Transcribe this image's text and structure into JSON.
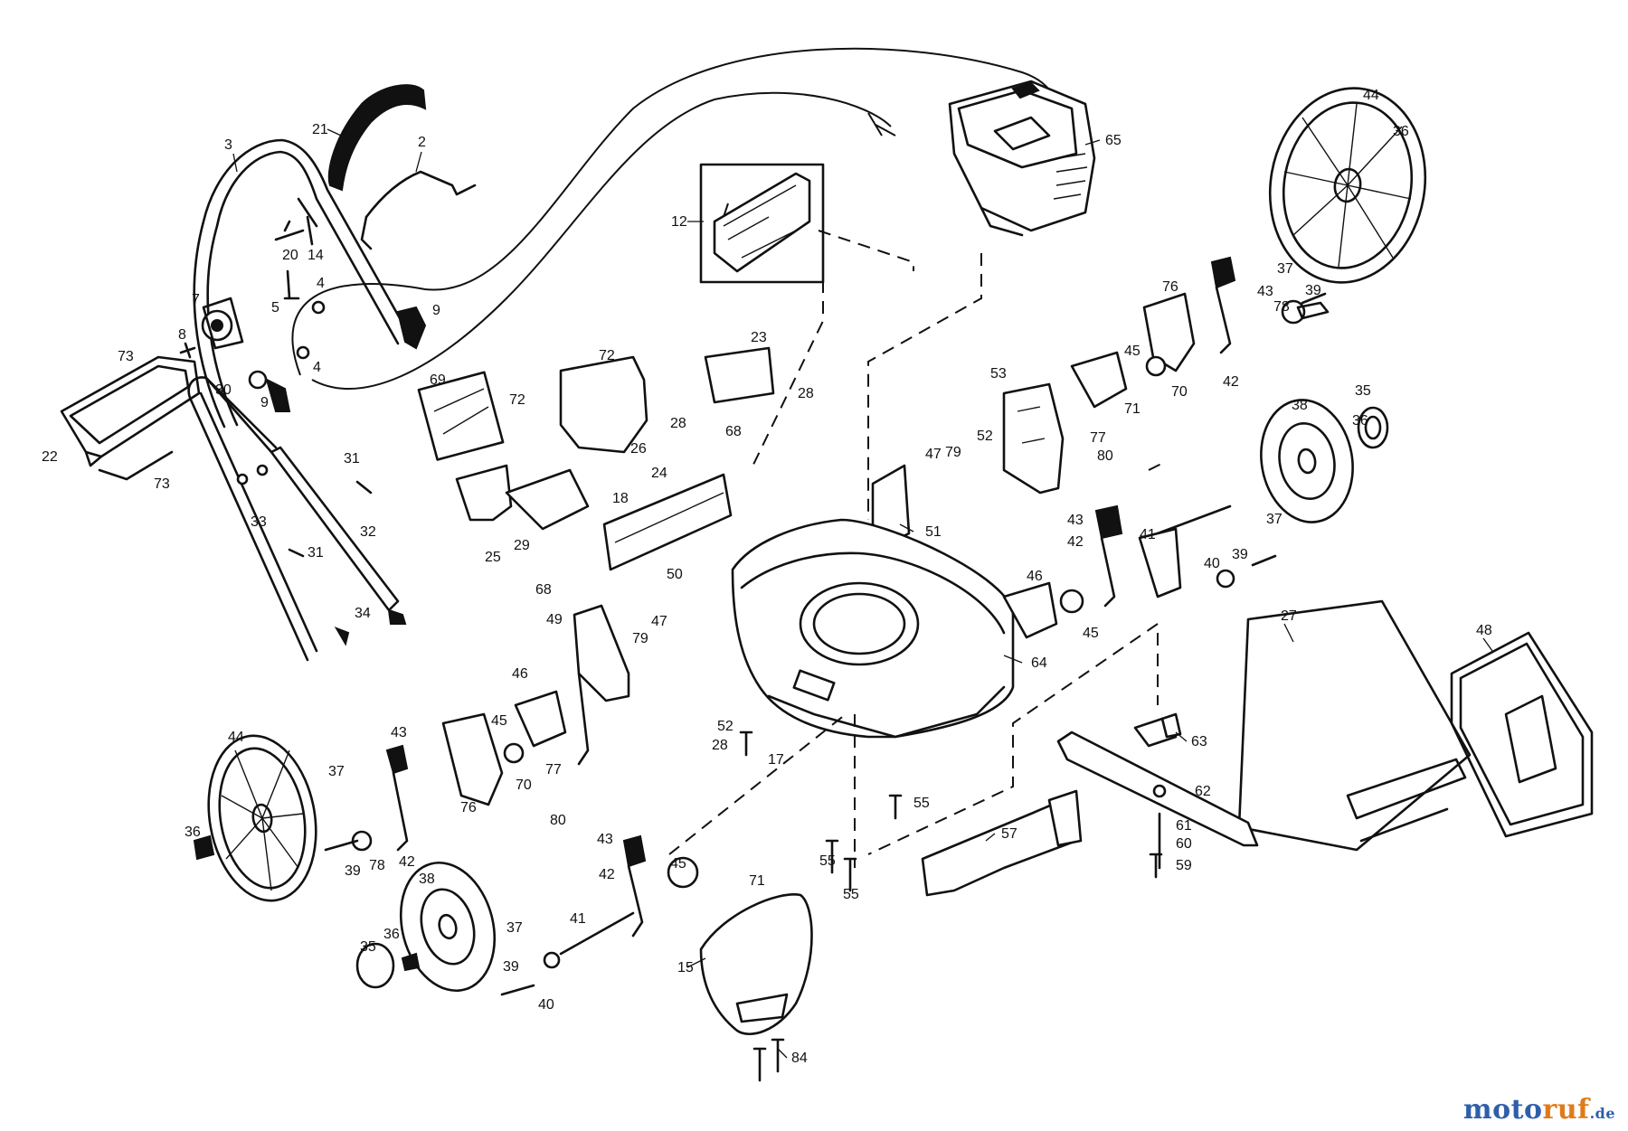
{
  "diagram": {
    "callouts": [
      {
        "id": "c21",
        "text": "21"
      },
      {
        "id": "c2",
        "text": "2"
      },
      {
        "id": "c3",
        "text": "3"
      },
      {
        "id": "c20",
        "text": "20"
      },
      {
        "id": "c14",
        "text": "14"
      },
      {
        "id": "c4a",
        "text": "4"
      },
      {
        "id": "c5",
        "text": "5"
      },
      {
        "id": "c4b",
        "text": "4"
      },
      {
        "id": "c9a",
        "text": "9"
      },
      {
        "id": "c7",
        "text": "7"
      },
      {
        "id": "c8",
        "text": "8"
      },
      {
        "id": "c73a",
        "text": "73"
      },
      {
        "id": "c30",
        "text": "30"
      },
      {
        "id": "c9b",
        "text": "9"
      },
      {
        "id": "c22",
        "text": "22"
      },
      {
        "id": "c73b",
        "text": "73"
      },
      {
        "id": "c31a",
        "text": "31"
      },
      {
        "id": "c33",
        "text": "33"
      },
      {
        "id": "c32",
        "text": "32"
      },
      {
        "id": "c31b",
        "text": "31"
      },
      {
        "id": "c34",
        "text": "34"
      },
      {
        "id": "c12",
        "text": "12"
      },
      {
        "id": "c65",
        "text": "65"
      },
      {
        "id": "c44a",
        "text": "44"
      },
      {
        "id": "c36a",
        "text": "36"
      },
      {
        "id": "c37a",
        "text": "37"
      },
      {
        "id": "c43a",
        "text": "43"
      },
      {
        "id": "c39a",
        "text": "39"
      },
      {
        "id": "c76a",
        "text": "76"
      },
      {
        "id": "c78a",
        "text": "78"
      },
      {
        "id": "c45a",
        "text": "45"
      },
      {
        "id": "c70a",
        "text": "70"
      },
      {
        "id": "c42a",
        "text": "42"
      },
      {
        "id": "c53",
        "text": "53"
      },
      {
        "id": "c71a",
        "text": "71"
      },
      {
        "id": "c77a",
        "text": "77"
      },
      {
        "id": "c52a",
        "text": "52"
      },
      {
        "id": "c47a",
        "text": "47"
      },
      {
        "id": "c79a",
        "text": "79"
      },
      {
        "id": "c80a",
        "text": "80"
      },
      {
        "id": "c51",
        "text": "51"
      },
      {
        "id": "c69",
        "text": "69"
      },
      {
        "id": "c72a",
        "text": "72"
      },
      {
        "id": "c72b",
        "text": "72"
      },
      {
        "id": "c23",
        "text": "23"
      },
      {
        "id": "c28a",
        "text": "28"
      },
      {
        "id": "c28b",
        "text": "28"
      },
      {
        "id": "c26",
        "text": "26"
      },
      {
        "id": "c68a",
        "text": "68"
      },
      {
        "id": "c18",
        "text": "18"
      },
      {
        "id": "c24",
        "text": "24"
      },
      {
        "id": "c25",
        "text": "25"
      },
      {
        "id": "c29",
        "text": "29"
      },
      {
        "id": "c68b",
        "text": "68"
      },
      {
        "id": "c38a",
        "text": "38"
      },
      {
        "id": "c35a",
        "text": "35"
      },
      {
        "id": "c36b",
        "text": "36"
      },
      {
        "id": "c37b",
        "text": "37"
      },
      {
        "id": "c43b",
        "text": "43"
      },
      {
        "id": "c42b",
        "text": "42"
      },
      {
        "id": "c41a",
        "text": "41"
      },
      {
        "id": "c39b",
        "text": "39"
      },
      {
        "id": "c40a",
        "text": "40"
      },
      {
        "id": "c46a",
        "text": "46"
      },
      {
        "id": "c45b",
        "text": "45"
      },
      {
        "id": "c64",
        "text": "64"
      },
      {
        "id": "c50",
        "text": "50"
      },
      {
        "id": "c49",
        "text": "49"
      },
      {
        "id": "c47b",
        "text": "47"
      },
      {
        "id": "c79b",
        "text": "79"
      },
      {
        "id": "c46b",
        "text": "46"
      },
      {
        "id": "c45c",
        "text": "45"
      },
      {
        "id": "c70b",
        "text": "70"
      },
      {
        "id": "c77b",
        "text": "77"
      },
      {
        "id": "c80b",
        "text": "80"
      },
      {
        "id": "c52b",
        "text": "52"
      },
      {
        "id": "c28c",
        "text": "28"
      },
      {
        "id": "c17",
        "text": "17"
      },
      {
        "id": "c27",
        "text": "27"
      },
      {
        "id": "c48",
        "text": "48"
      },
      {
        "id": "c63",
        "text": "63"
      },
      {
        "id": "c62",
        "text": "62"
      },
      {
        "id": "c61",
        "text": "61"
      },
      {
        "id": "c60",
        "text": "60"
      },
      {
        "id": "c59",
        "text": "59"
      },
      {
        "id": "c55a",
        "text": "55"
      },
      {
        "id": "c55b",
        "text": "55"
      },
      {
        "id": "c55c",
        "text": "55"
      },
      {
        "id": "c57",
        "text": "57"
      },
      {
        "id": "c44b",
        "text": "44"
      },
      {
        "id": "c43c",
        "text": "43"
      },
      {
        "id": "c37c",
        "text": "37"
      },
      {
        "id": "c76b",
        "text": "76"
      },
      {
        "id": "c36c",
        "text": "36"
      },
      {
        "id": "c39c",
        "text": "39"
      },
      {
        "id": "c78b",
        "text": "78"
      },
      {
        "id": "c42c",
        "text": "42"
      },
      {
        "id": "c43d",
        "text": "43"
      },
      {
        "id": "c42d",
        "text": "42"
      },
      {
        "id": "c45d",
        "text": "45"
      },
      {
        "id": "c71b",
        "text": "71"
      },
      {
        "id": "c38b",
        "text": "38"
      },
      {
        "id": "c37d",
        "text": "37"
      },
      {
        "id": "c41b",
        "text": "41"
      },
      {
        "id": "c35b",
        "text": "35"
      },
      {
        "id": "c36d",
        "text": "36"
      },
      {
        "id": "c39d",
        "text": "39"
      },
      {
        "id": "c40b",
        "text": "40"
      },
      {
        "id": "c15",
        "text": "15"
      },
      {
        "id": "c84",
        "text": "84"
      }
    ]
  },
  "watermark": {
    "part_a": "moto",
    "part_b": "ruf",
    "part_c": ".de"
  }
}
